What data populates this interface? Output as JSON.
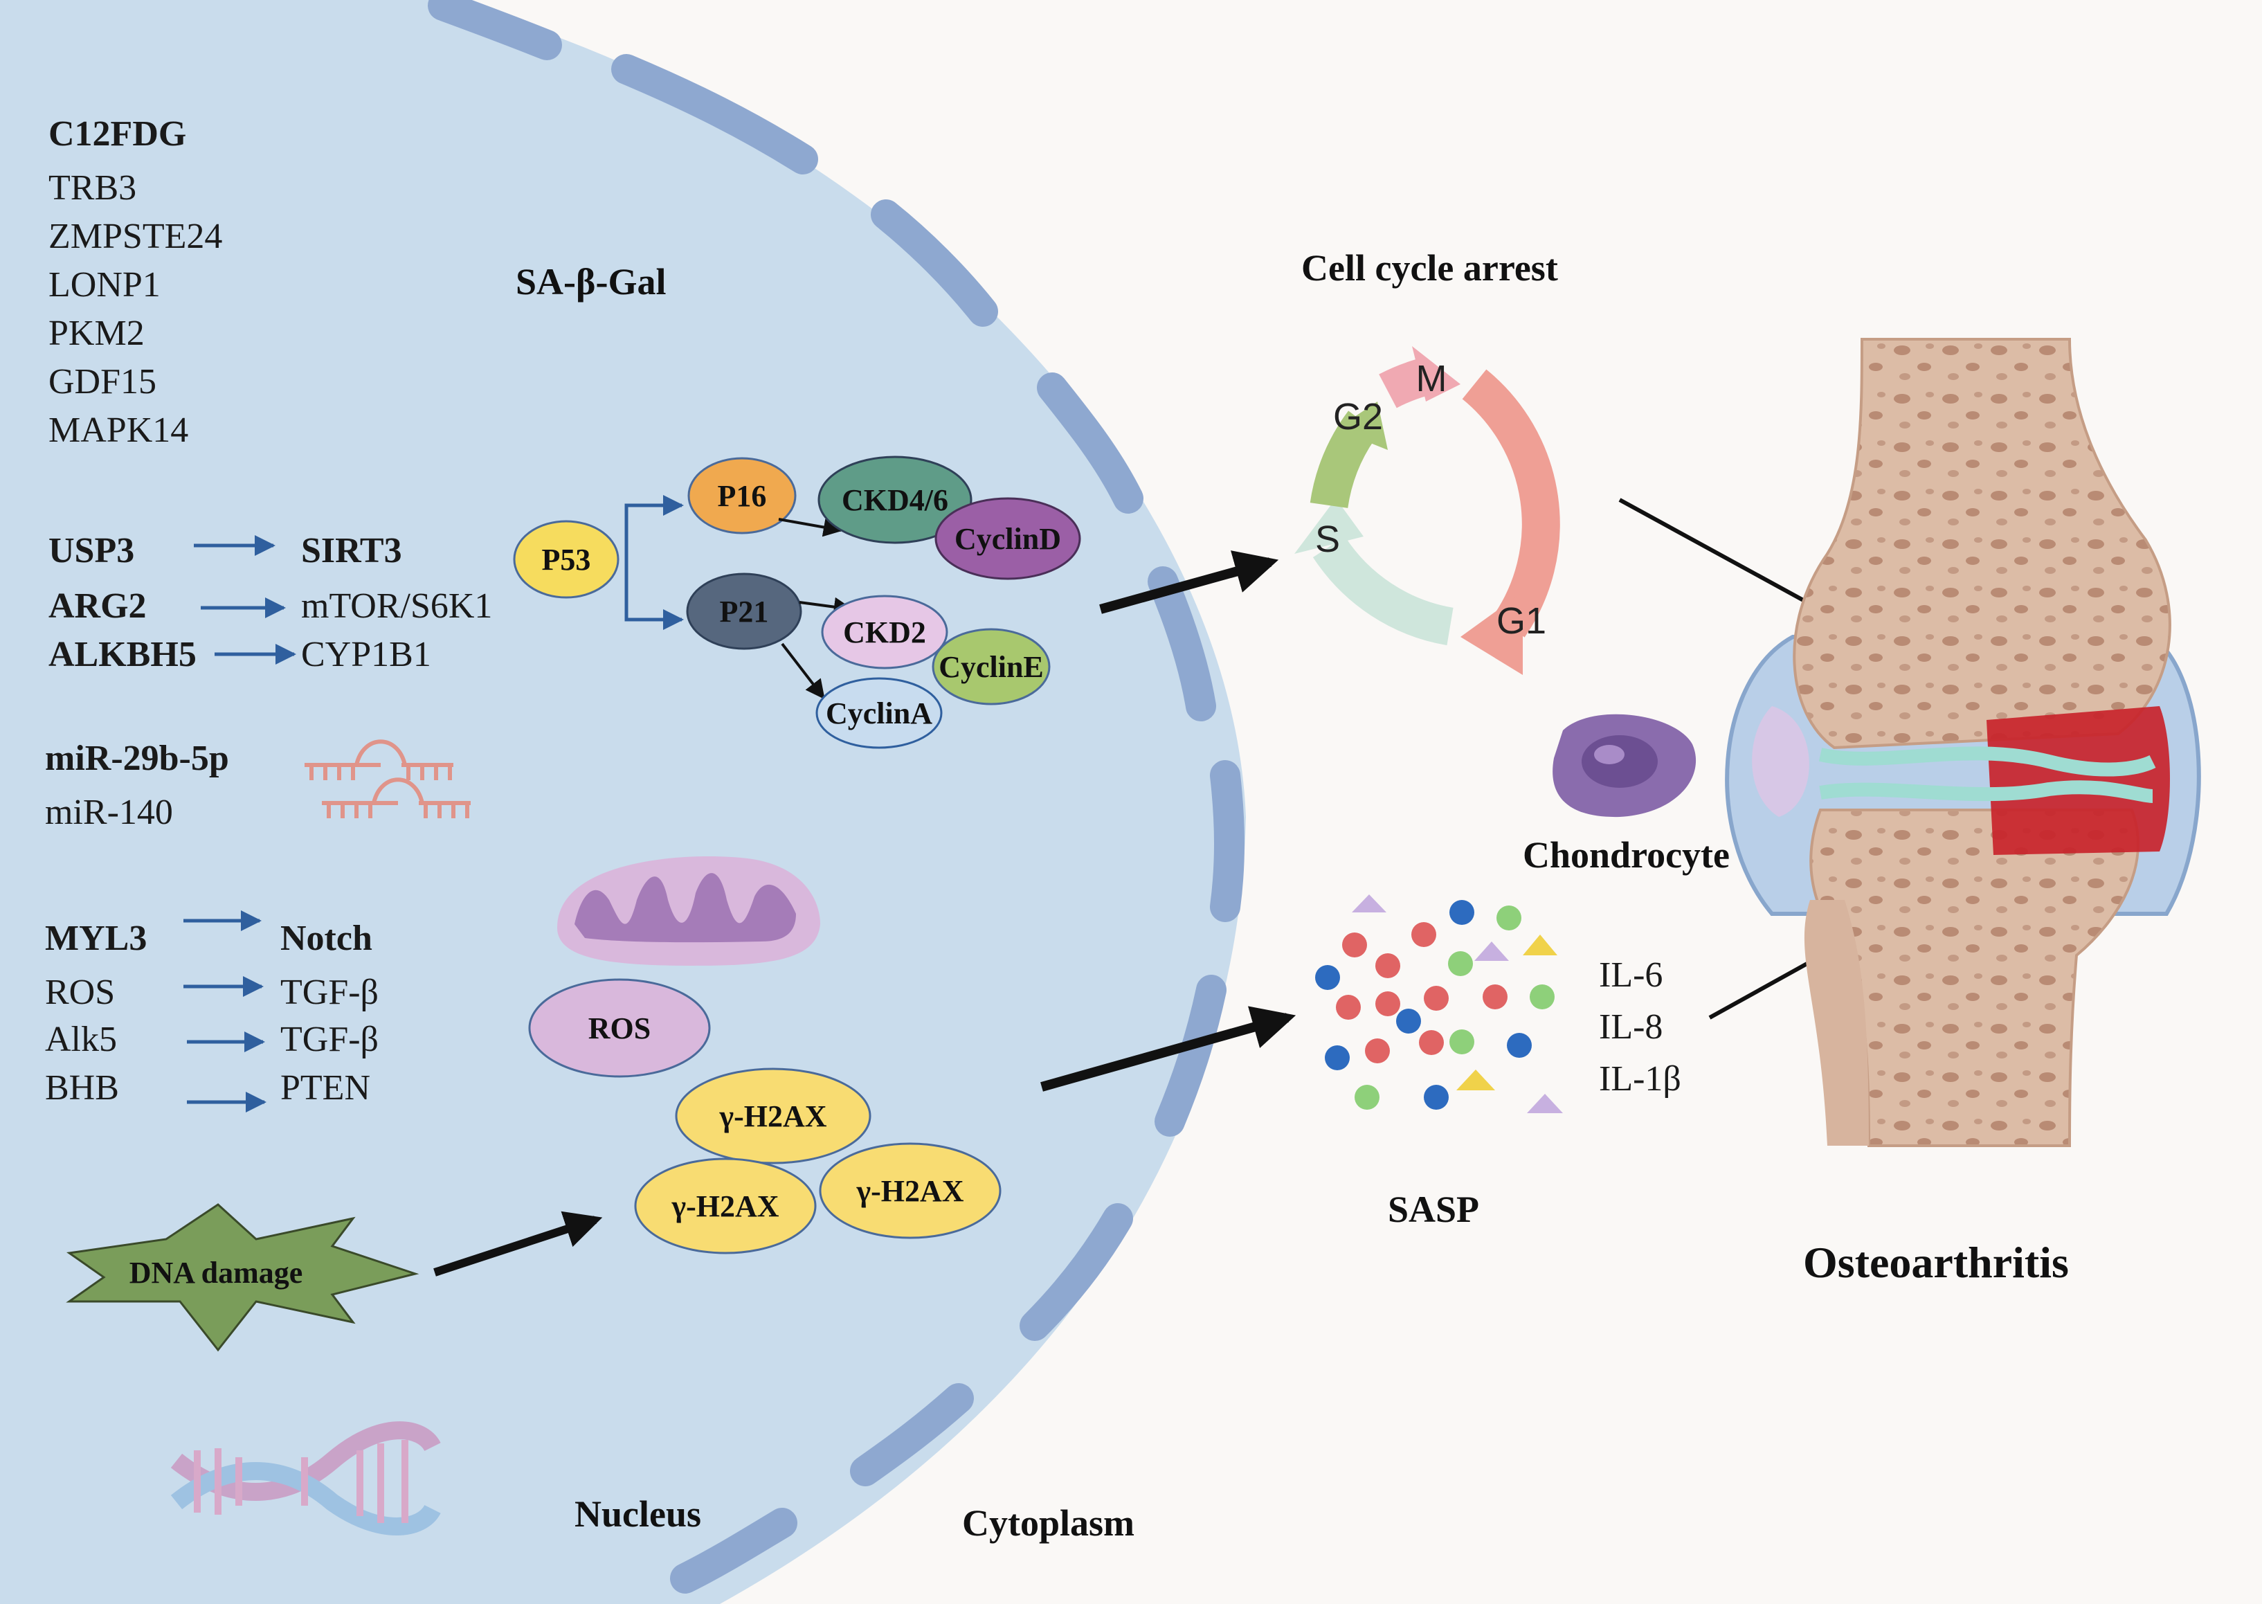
{
  "regions": {
    "nucleus": "Nucleus",
    "cytoplasm": "Cytoplasm"
  },
  "markers": {
    "header": "C12FDG",
    "items": [
      "TRB3",
      "ZMPSTE24",
      "LONP1",
      "PKM2",
      "GDF15",
      "MAPK14"
    ]
  },
  "sa_beta_gal": "SA-β-Gal",
  "pathways_a": [
    {
      "source": "USP3",
      "target": "SIRT3",
      "target_bold": true
    },
    {
      "source": "ARG2",
      "target": "mTOR/S6K1",
      "target_bold": false
    },
    {
      "source": "ALKBH5",
      "target": "CYP1B1",
      "target_bold": false
    }
  ],
  "mirna": {
    "bold": "miR-29b-5p",
    "normal": "miR-140"
  },
  "pathways_b": [
    {
      "source": "MYL3",
      "target": "Notch",
      "bold": true
    },
    {
      "source": "ROS",
      "target": "TGF-β",
      "bold": false
    },
    {
      "source": "Alk5",
      "target": "TGF-β",
      "bold": false
    },
    {
      "source": "BHB",
      "target": "PTEN",
      "bold": false
    }
  ],
  "p53_network": {
    "p53": "P53",
    "p16": "P16",
    "p21": "P21",
    "ckd46": "CKD4/6",
    "cyclind": "CyclinD",
    "ckd2": "CKD2",
    "cycline": "CyclinE",
    "cyclina": "CyclinA"
  },
  "ros_label": "ROS",
  "h2ax": [
    "γ-H2AX",
    "γ-H2AX",
    "γ-H2AX"
  ],
  "dna_damage": "DNA damage",
  "cell_cycle": {
    "title": "Cell cycle arrest",
    "phases": {
      "m": "M",
      "g2": "G2",
      "s": "S",
      "g1": "G1"
    }
  },
  "chondrocyte": "Chondrocyte",
  "sasp": {
    "label": "SASP",
    "cytokines": [
      "IL-6",
      "IL-8",
      "IL-1β"
    ]
  },
  "disease": "Osteoarthritis",
  "colors": {
    "nucleus_fill": "#c9dcec",
    "nuclear_pores": "#8ea8d0",
    "cytoplasm_bg": "#faf8f6",
    "pathway_arrow": "#2f5f9e",
    "p53": "#f6dc5e",
    "p16": "#f0a94f",
    "p21": "#56677e",
    "ckd46": "#5f9c88",
    "cyclind": "#9b5fa6",
    "ckd2": "#e6c7e6",
    "cycline": "#a8c86e",
    "cyclina": "#c8dcef",
    "ros": "#d9b8dc",
    "h2ax": "#f8dc72",
    "dna_damage": "#7a9d5a",
    "mito": "#b78ec4",
    "cycle_m": "#f0a9b2",
    "cycle_g1": "#ef9f95",
    "cycle_g2": "#a9c77a",
    "cycle_s": "#cfe6dc",
    "chondrocyte": "#8a6cad",
    "inflamed": "#c8242b",
    "bone": "#d8b7a0"
  }
}
